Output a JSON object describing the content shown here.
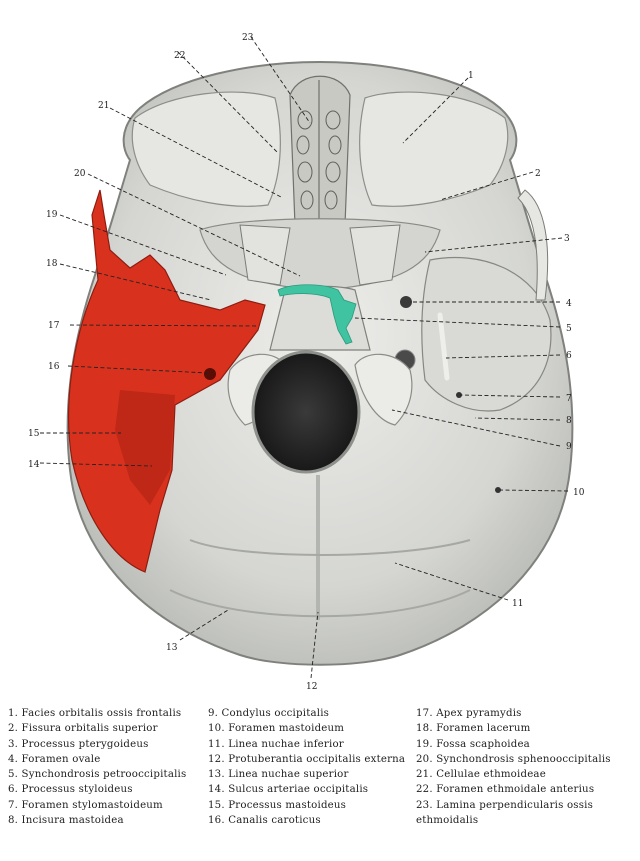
{
  "figure": {
    "markers": [
      "1",
      "2",
      "3",
      "4",
      "5",
      "6",
      "7",
      "8",
      "9",
      "10",
      "11",
      "12",
      "13",
      "14",
      "15",
      "16",
      "17",
      "18",
      "19",
      "20",
      "21",
      "22",
      "23"
    ],
    "colors": {
      "bone_fill": "#e1e1de",
      "bone_shadow": "#a9aba6",
      "temporal_highlight": "#d8321f",
      "synchondrosis_highlight": "#3fc3a0",
      "foramen_dark": "#262626"
    }
  },
  "legend": {
    "column1": [
      "1.  Facies orbitalis ossis frontalis",
      "2.  Fissura orbitalis superior",
      "3.  Processus pterygoideus",
      "4.  Foramen ovale",
      "5.  Synchondrosis petrooccipitalis",
      "6.  Processus styloideus",
      "7.  Foramen stylomastoideum",
      "8.  Incisura mastoidea"
    ],
    "column2": [
      "9.  Condylus occipitalis",
      "10.  Foramen mastoideum",
      "11.  Linea nuchae inferior",
      "12.  Protuberantia occipitalis externa",
      "13.  Linea nuchae superior",
      "14.  Sulcus arteriae occipitalis",
      "15.  Processus mastoideus",
      "16.  Canalis caroticus"
    ],
    "column3": [
      "17.  Apex pyramydis",
      "18.  Foramen lacerum",
      "19.  Fossa scaphoidea",
      "20.  Synchondrosis sphenooccipitalis",
      "21.  Cellulae ethmoideae",
      "22.  Foramen ethmoidale anterius",
      "23.  Lamina perpendicularis ossis ethmoidalis"
    ]
  }
}
